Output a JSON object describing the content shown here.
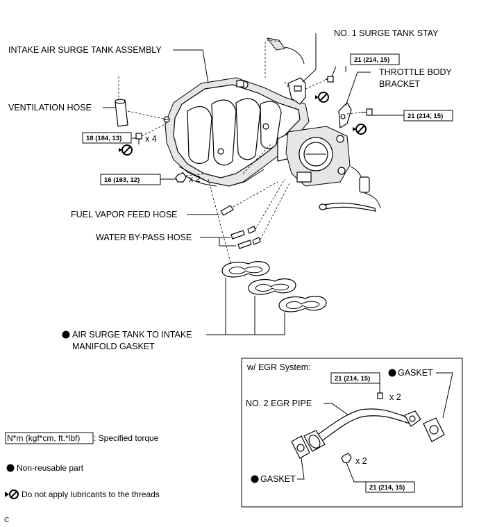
{
  "labels": {
    "intake_surge_tank": "INTAKE AIR SURGE TANK ASSEMBLY",
    "surge_tank_stay": "NO. 1 SURGE TANK STAY",
    "throttle_bracket_1": "THROTTLE BODY",
    "throttle_bracket_2": "BRACKET",
    "ventilation_hose": "VENTILATION HOSE",
    "fuel_vapor_hose": "FUEL VAPOR FEED HOSE",
    "water_bypass_hose": "WATER BY-PASS HOSE",
    "gasket_1": "AIR SURGE TANK TO INTAKE",
    "gasket_2": "MANIFOLD GASKET",
    "egr_title": "w/ EGR System:",
    "egr_gasket_top": "GASKET",
    "egr_gasket_bottom": "GASKET",
    "egr_pipe": "NO. 2 EGR PIPE"
  },
  "torques": {
    "stay_bolt": "21 (214, 15)",
    "bracket_bolt": "21 (214, 15)",
    "tank_bolt": "18 (184, 13)",
    "tank_nut": "16 (163, 12)",
    "egr_bolt": "21 (214, 15)",
    "egr_nut": "21 (214, 15)"
  },
  "quantities": {
    "tank_bolt": "x 4",
    "tank_nut": "x 2",
    "egr_bolt": "x 2",
    "egr_nut": "x 2"
  },
  "legend": {
    "torque_unit": "N*m (kgf*cm, ft.*lbf)",
    "torque_desc": ": Specified torque",
    "non_reusable": "Non-reusable part",
    "no_lube": "Do not apply lubricants to the threads"
  },
  "footer": {
    "code": "C"
  }
}
